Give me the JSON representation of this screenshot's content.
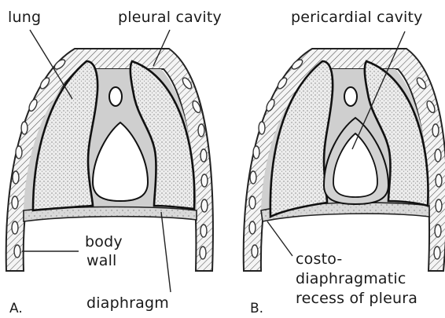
{
  "figure": {
    "panel_a": {
      "letter": "A.",
      "labels": {
        "lung": "lung",
        "pleural_cavity": "pleural cavity",
        "body": "body",
        "wall": "wall",
        "diaphragm": "diaphragm"
      }
    },
    "panel_b": {
      "letter": "B.",
      "labels": {
        "pericardial_cavity": "pericardial cavity",
        "costo": "costo-",
        "diaphragmatic": "diaphragmatic",
        "recess": "recess of pleura"
      }
    }
  }
}
